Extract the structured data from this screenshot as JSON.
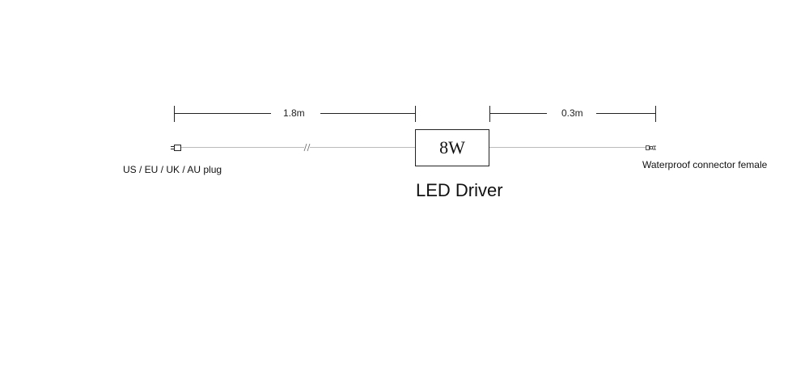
{
  "dimensions": {
    "cable_length_1": "1.8m",
    "cable_length_2": "0.3m"
  },
  "driver": {
    "wattage": "8W",
    "caption": "LED Driver"
  },
  "plug": {
    "label": "US / EU / UK / AU plug",
    "icon": "plug-icon"
  },
  "connector": {
    "label": "Waterproof connector female",
    "icon": "connector-icon"
  },
  "colors": {
    "line": "#222222",
    "cable": "#bbbbbb",
    "background": "#ffffff"
  }
}
